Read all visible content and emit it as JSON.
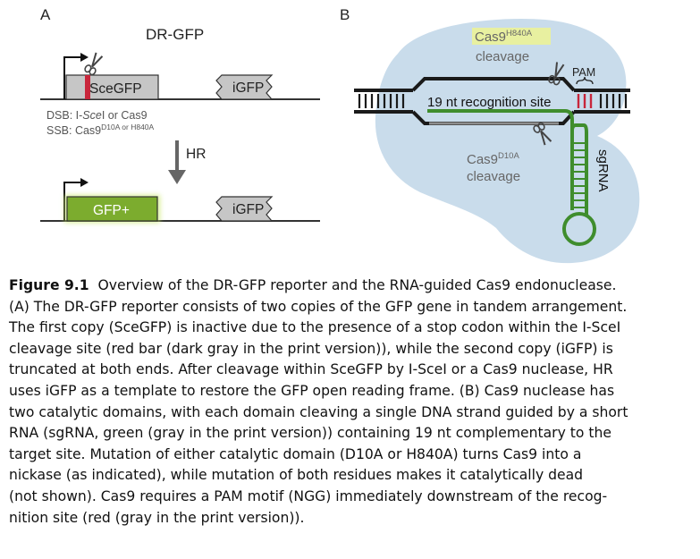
{
  "panel_a": {
    "label": "A",
    "title": "DR-GFP",
    "scegfp": "SceGFP",
    "igfp_top": "iGFP",
    "dsb_prefix": "DSB: I-",
    "dsb_ital": "Sce",
    "dsb_suffix": "I or Cas9",
    "ssb_prefix": "SSB: Cas9",
    "ssb_sup": "D10A or H840A",
    "hr": "HR",
    "gfp_plus": "GFP+",
    "igfp_bottom": "iGFP"
  },
  "panel_b": {
    "label": "B",
    "cas9_top": "Cas9",
    "cas9_top_sup": "H840A",
    "cleavage_top": "cleavage",
    "pam": "PAM",
    "recognition": "19 nt recognition site",
    "cas9_bottom": "Cas9",
    "cas9_bottom_sup": "D10A",
    "cleavage_bottom": "cleavage",
    "sgrna": "sgRNA"
  },
  "colors": {
    "cas9_blob": "#c9dceb",
    "gfp_green": "#7cac2e",
    "sgrna_green": "#3f8d2d",
    "cut_red": "#c8263b",
    "box_gray": "#c6c6c6",
    "dna_black": "#1a1a1a",
    "highlight_yellow": "#e8f0a0"
  },
  "caption": {
    "title": "Figure 9.1",
    "line1": "Overview of the DR-GFP reporter and the RNA-guided Cas9 endonuclease.",
    "lines": [
      "(A) The DR-GFP reporter consists of two copies of the GFP gene in tandem arrangement.",
      "The first copy (SceGFP) is inactive due to the presence of a stop codon within the I-SceI",
      "cleavage site (red bar (dark gray in the print version)), while the second copy (iGFP) is",
      "truncated at both ends. After cleavage within SceGFP by I-SceI or a Cas9 nuclease, HR",
      "uses iGFP as a template to restore the GFP open reading frame. (B) Cas9 nuclease has",
      "two catalytic domains, with each domain cleaving a single DNA strand guided by a short",
      "RNA (sgRNA, green (gray in the print version)) containing 19 nt complementary to the",
      "target site. Mutation of either catalytic domain (D10A or H840A) turns Cas9 into a",
      "nickase (as indicated), while mutation of both residues makes it catalytically dead",
      "(not shown). Cas9 requires a PAM motif (NGG) immediately downstream of the recog-",
      "nition site (red (gray in the print version))."
    ]
  }
}
